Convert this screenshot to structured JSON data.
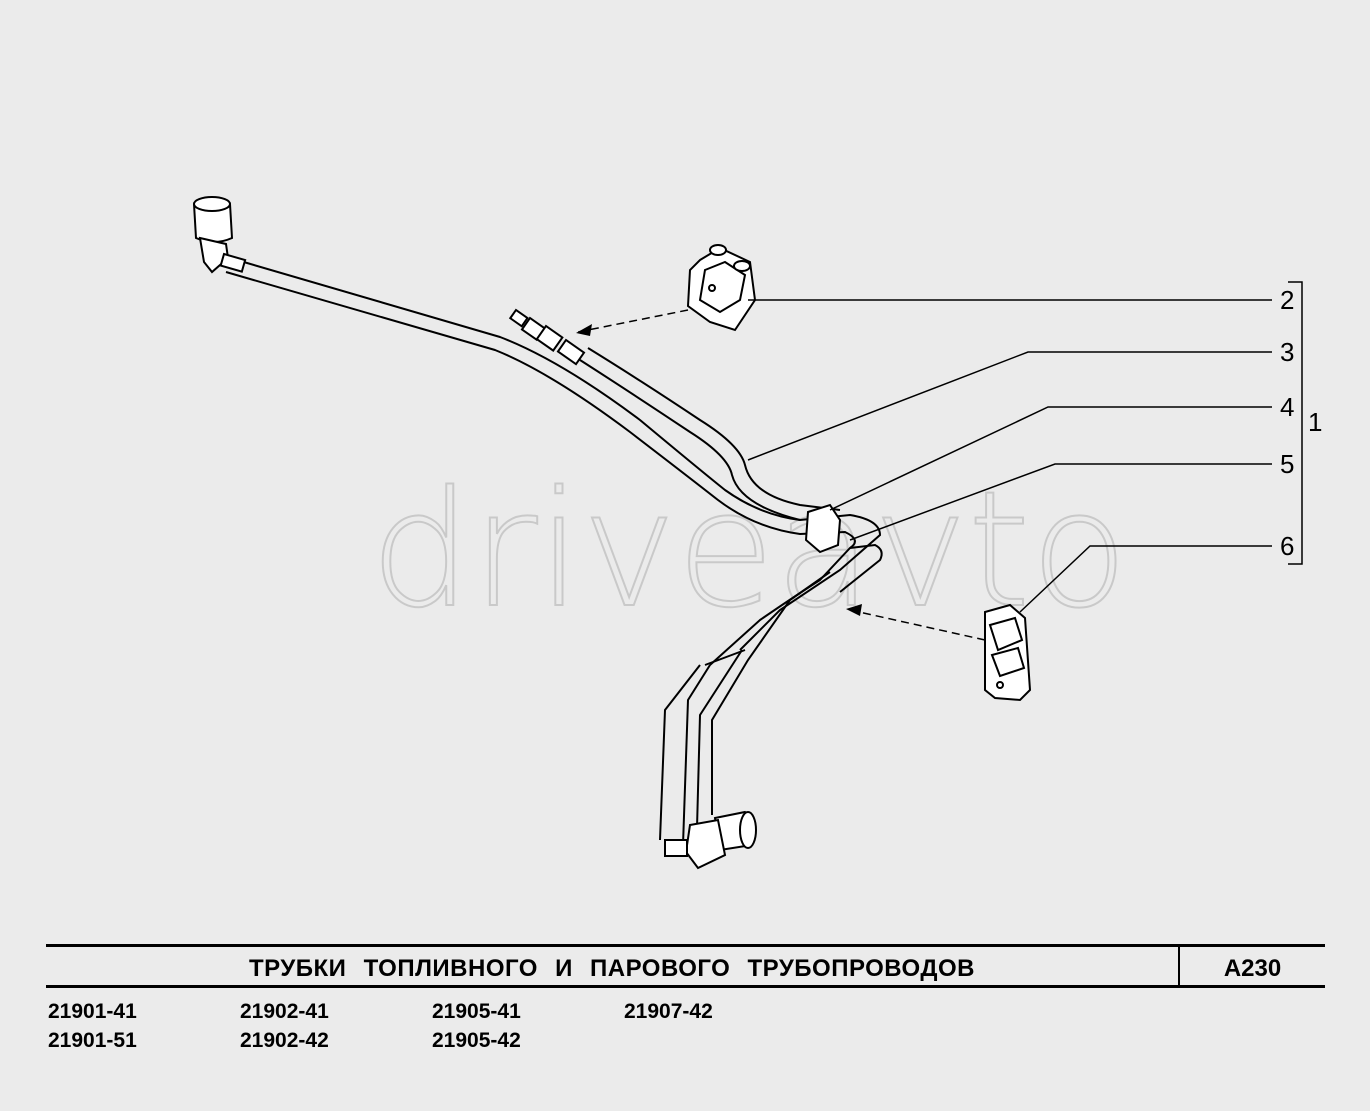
{
  "diagram": {
    "callouts": [
      "2",
      "3",
      "4",
      "5",
      "6"
    ],
    "group_label": "1",
    "watermark": "driveavto"
  },
  "title_block": {
    "title": "ТРУБКИ ТОПЛИВНОГО И ПАРОВОГО ТРУБОПРОВОДОВ",
    "code": "А230"
  },
  "models": [
    [
      "21901-41",
      "21901-51"
    ],
    [
      "21902-41",
      "21902-42"
    ],
    [
      "21905-41",
      "21905-42"
    ],
    [
      "21907-42"
    ]
  ]
}
